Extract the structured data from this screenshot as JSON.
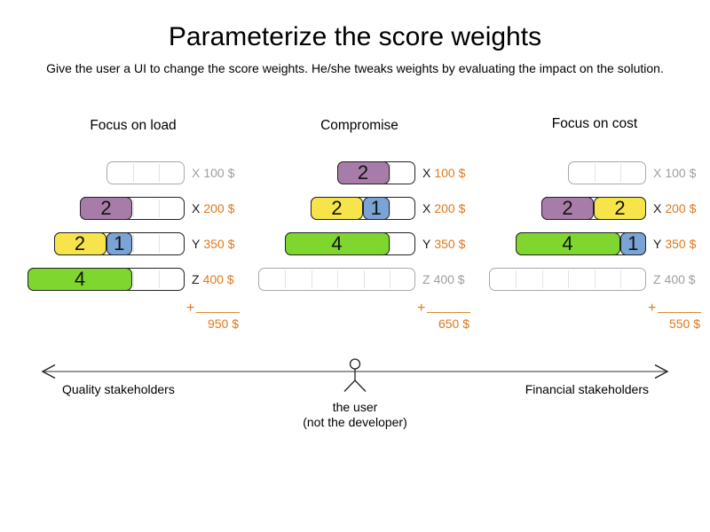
{
  "title": "Parameterize the score weights",
  "subtitle": "Give the user a UI to change the score weights. He/she tweaks weights by evaluating the impact on the solution.",
  "colors": {
    "purple": "#a87ca8",
    "yellow": "#f6e44a",
    "blue": "#7aa4d6",
    "green": "#7ed62f",
    "orange": "#e0781e",
    "inactive_gray": "#9e9e9e",
    "border_active": "#222222",
    "border_empty": "#a9a9a9",
    "gridline": "#e3e3e3"
  },
  "scenarios": [
    {
      "title": "Focus on load",
      "rows": [
        {
          "cells": 3,
          "segments": [],
          "label_letter": "X",
          "label_value": "100 $",
          "active": false
        },
        {
          "cells": 4,
          "segments": [
            {
              "value": 2,
              "color": "purple"
            }
          ],
          "label_letter": "X",
          "label_value": "200 $",
          "active": true
        },
        {
          "cells": 5,
          "segments": [
            {
              "value": 2,
              "color": "yellow"
            },
            {
              "value": 1,
              "color": "blue"
            }
          ],
          "label_letter": "Y",
          "label_value": "350 $",
          "active": true
        },
        {
          "cells": 6,
          "segments": [
            {
              "value": 4,
              "color": "green"
            }
          ],
          "label_letter": "Z",
          "label_value": "400 $",
          "active": true
        }
      ],
      "plus": "+",
      "total": "950 $"
    },
    {
      "title": "Compromise",
      "rows": [
        {
          "cells": 3,
          "segments": [
            {
              "value": 2,
              "color": "purple"
            }
          ],
          "label_letter": "X",
          "label_value": "100 $",
          "active": true
        },
        {
          "cells": 4,
          "segments": [
            {
              "value": 2,
              "color": "yellow"
            },
            {
              "value": 1,
              "color": "blue"
            }
          ],
          "label_letter": "X",
          "label_value": "200 $",
          "active": true
        },
        {
          "cells": 5,
          "segments": [
            {
              "value": 4,
              "color": "green"
            }
          ],
          "label_letter": "Y",
          "label_value": "350 $",
          "active": true
        },
        {
          "cells": 6,
          "segments": [],
          "label_letter": "Z",
          "label_value": "400 $",
          "active": false
        }
      ],
      "plus": "+",
      "total": "650 $"
    },
    {
      "title": "Focus on cost",
      "rows": [
        {
          "cells": 3,
          "segments": [],
          "label_letter": "X",
          "label_value": "100 $",
          "active": false
        },
        {
          "cells": 4,
          "segments": [
            {
              "value": 2,
              "color": "purple"
            },
            {
              "value": 2,
              "color": "yellow"
            }
          ],
          "label_letter": "X",
          "label_value": "200 $",
          "active": true
        },
        {
          "cells": 5,
          "segments": [
            {
              "value": 4,
              "color": "green"
            },
            {
              "value": 1,
              "color": "blue"
            }
          ],
          "label_letter": "Y",
          "label_value": "350 $",
          "active": true
        },
        {
          "cells": 6,
          "segments": [],
          "label_letter": "Z",
          "label_value": "400 $",
          "active": false
        }
      ],
      "plus": "+",
      "total": "550 $"
    }
  ],
  "axis": {
    "left_label": "Quality stakeholders",
    "right_label": "Financial stakeholders",
    "user_label": "the user",
    "user_sublabel": "(not the developer)"
  }
}
